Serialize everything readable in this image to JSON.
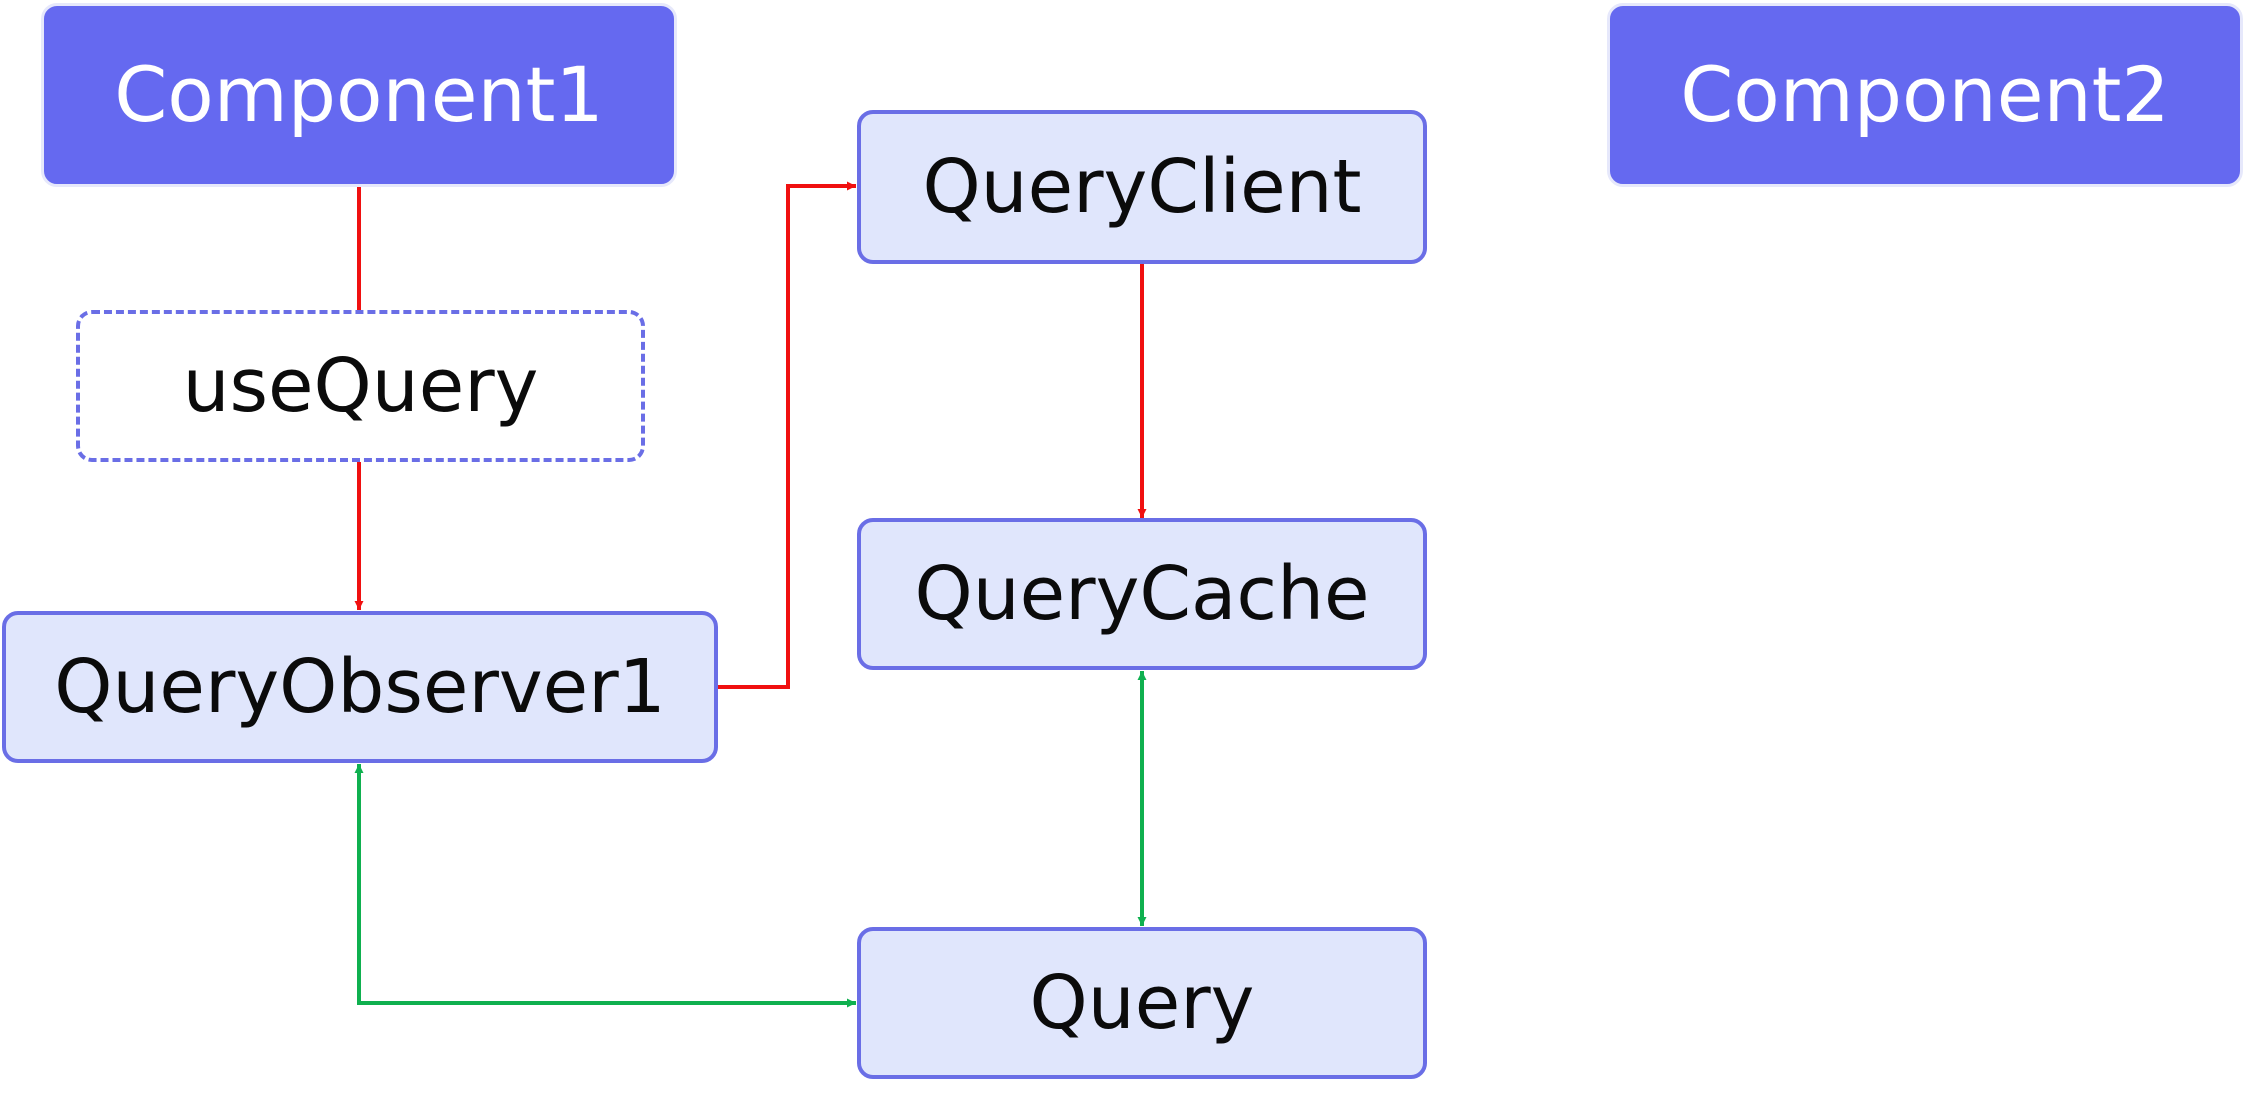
{
  "colors": {
    "component_fill": "#6569f0",
    "core_fill": "#e0e6fc",
    "core_border": "#6a6ee6",
    "call_arrow": "#f01010",
    "sync_arrow": "#0fb04f"
  },
  "nodes": {
    "component1": "Component1",
    "component2": "Component2",
    "use_query": "useQuery",
    "query_client": "QueryClient",
    "query_cache": "QueryCache",
    "query_observer1": "QueryObserver1",
    "query": "Query"
  },
  "edges": [
    {
      "from": "Component1",
      "to": "useQuery",
      "kind": "call",
      "direction": "none"
    },
    {
      "from": "useQuery",
      "to": "QueryObserver1",
      "kind": "call",
      "direction": "forward"
    },
    {
      "from": "QueryObserver1",
      "to": "QueryClient",
      "kind": "call",
      "direction": "forward"
    },
    {
      "from": "QueryClient",
      "to": "QueryCache",
      "kind": "call",
      "direction": "forward"
    },
    {
      "from": "QueryCache",
      "to": "Query",
      "kind": "sync",
      "direction": "both"
    },
    {
      "from": "QueryObserver1",
      "to": "Query",
      "kind": "sync",
      "direction": "both"
    }
  ]
}
